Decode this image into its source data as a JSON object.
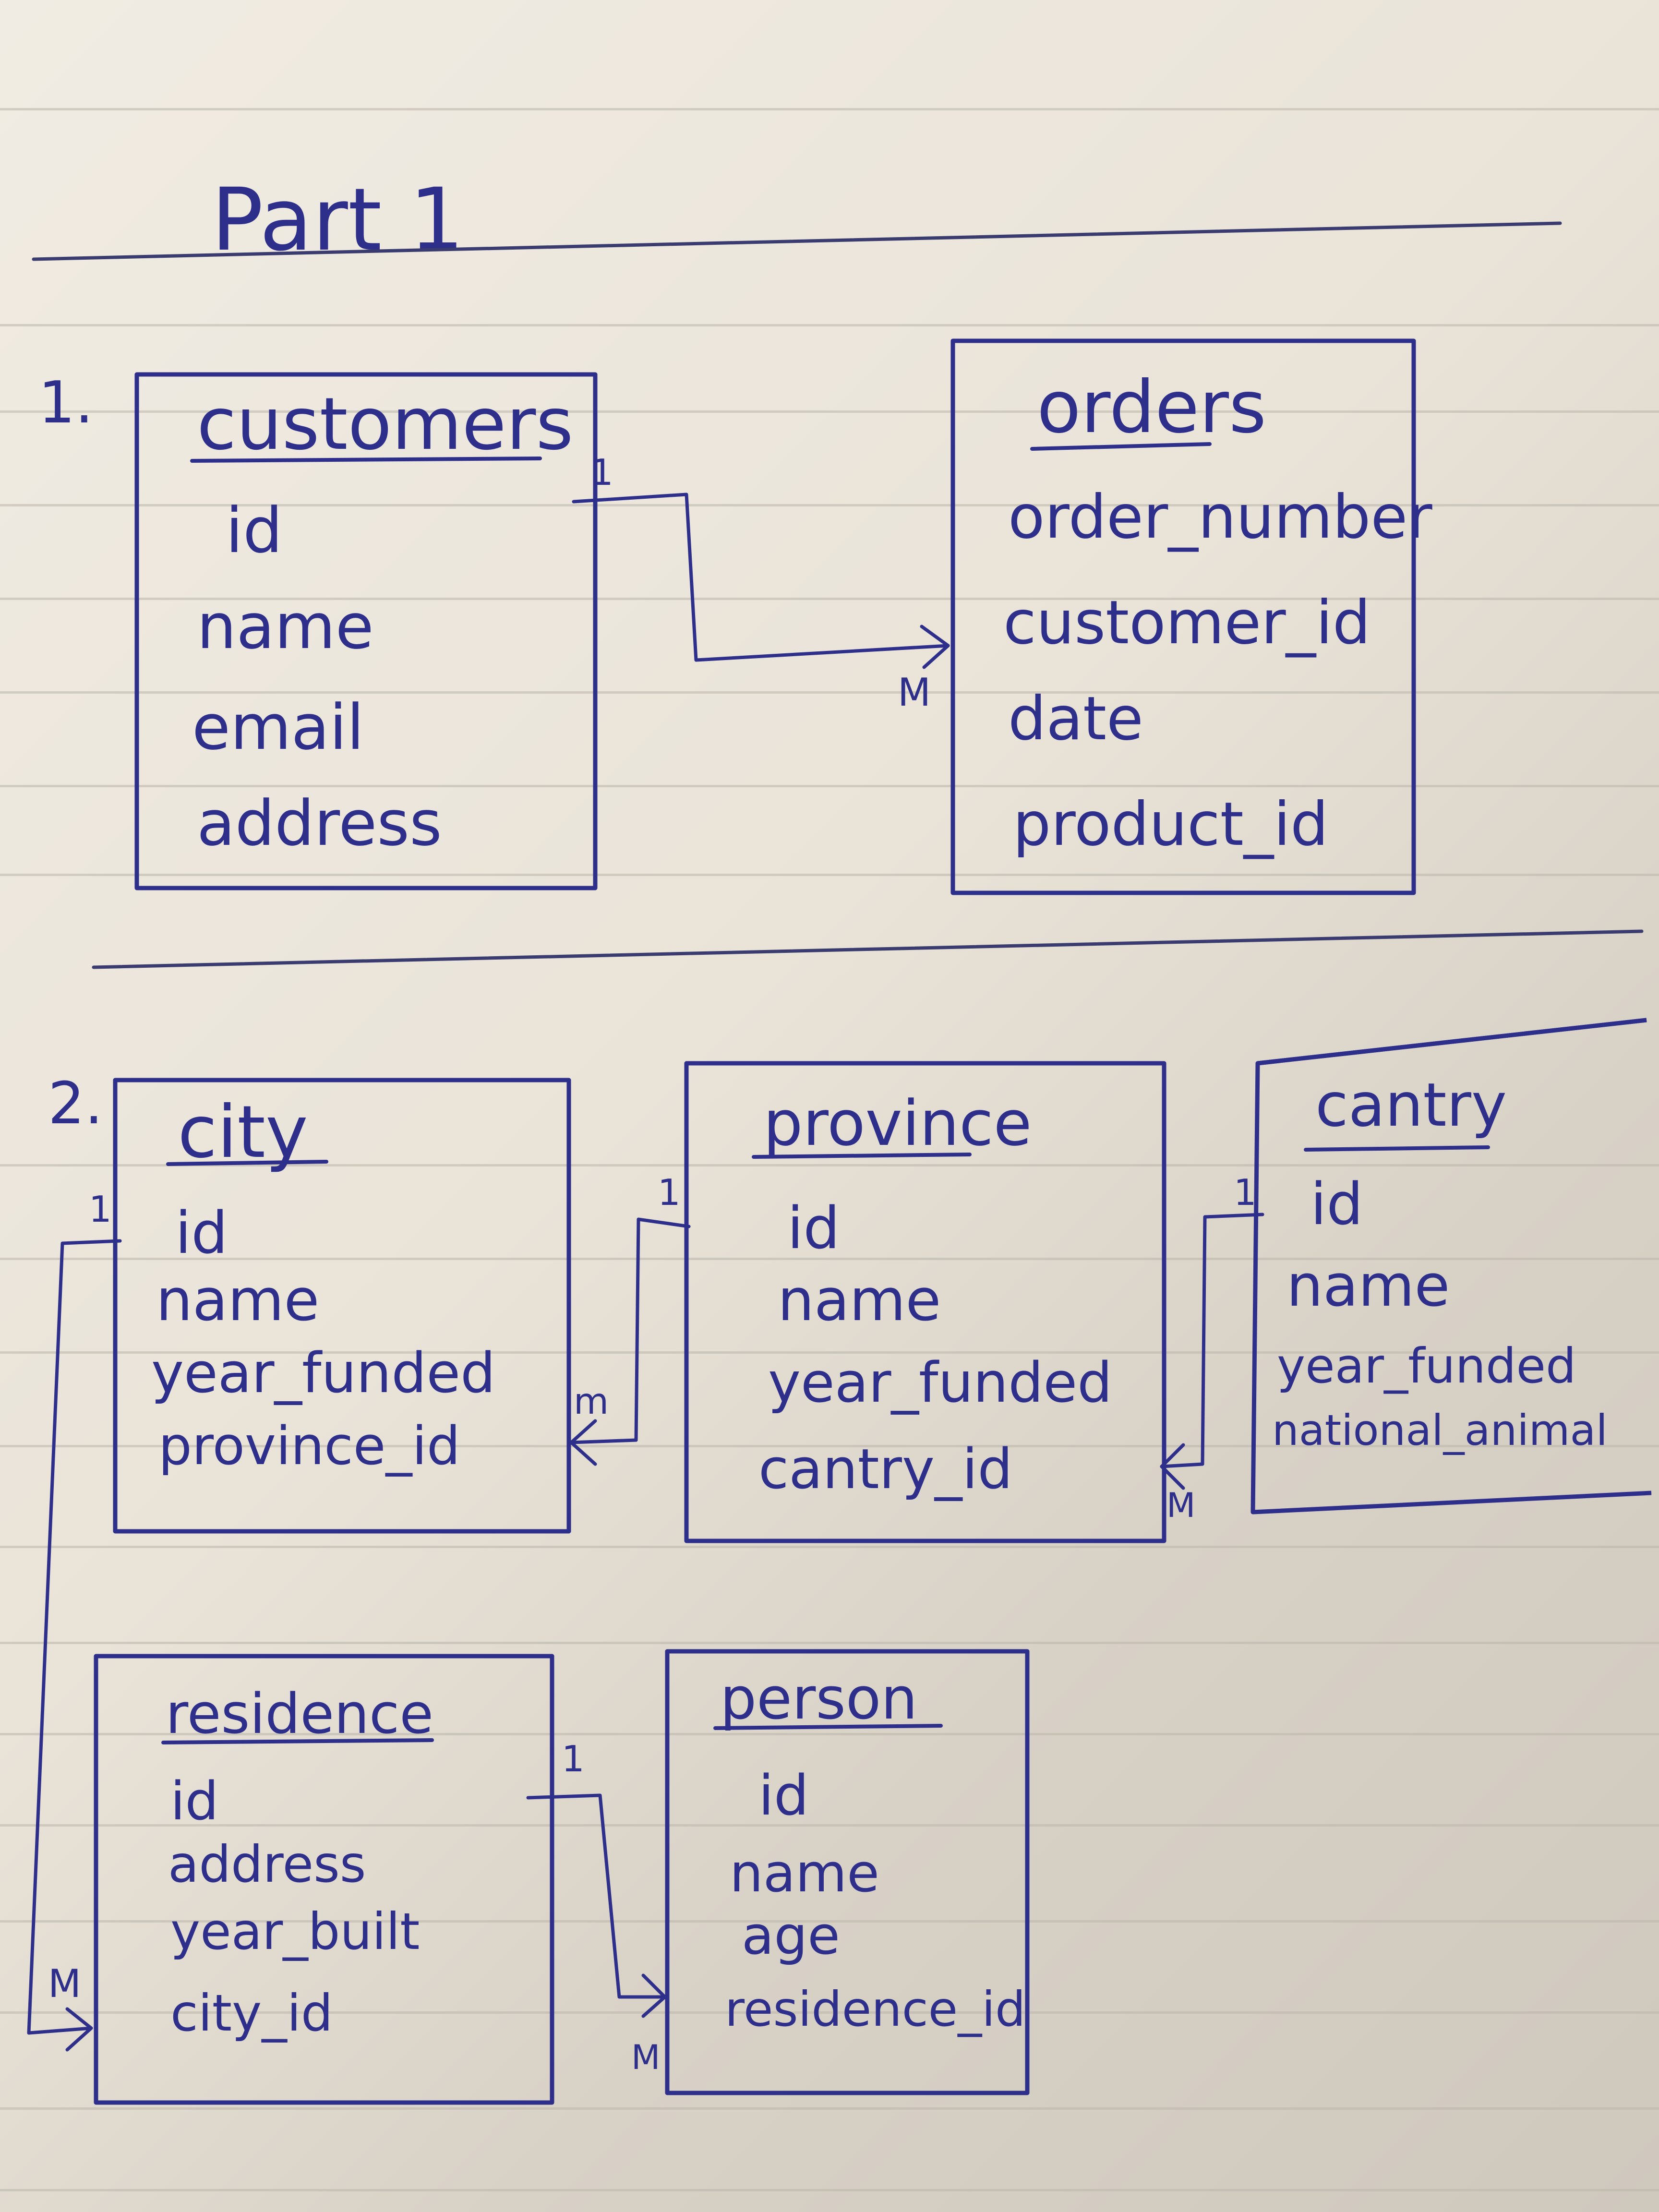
{
  "heading": "Part 1",
  "sections": {
    "one": {
      "label": "1."
    },
    "two": {
      "label": "2."
    }
  },
  "tables": {
    "customers": {
      "name": "customers",
      "fields": [
        "id",
        "name",
        "email",
        "address"
      ]
    },
    "orders": {
      "name": "orders",
      "fields": [
        "order_number",
        "customer_id",
        "date",
        "product_id"
      ]
    },
    "city": {
      "name": "city",
      "fields": [
        "id",
        "name",
        "year_funded",
        "province_id"
      ]
    },
    "province": {
      "name": "province",
      "fields": [
        "id",
        "name",
        "year_funded",
        "cantry_id"
      ]
    },
    "cantry": {
      "name": "cantry",
      "fields": [
        "id",
        "name",
        "year_funded",
        "national_animal"
      ]
    },
    "residence": {
      "name": "residence",
      "fields": [
        "id",
        "address",
        "year_built",
        "city_id"
      ]
    },
    "person": {
      "name": "person",
      "fields": [
        "id",
        "name",
        "age",
        "residence_id"
      ]
    }
  },
  "relations": {
    "customers_orders": {
      "one": "1",
      "many": "M"
    },
    "province_city": {
      "one": "1",
      "many": "m"
    },
    "cantry_province": {
      "one": "1",
      "many": "M"
    },
    "city_residence": {
      "one": "1",
      "many": "M"
    },
    "residence_person": {
      "one": "1",
      "many": "M"
    }
  },
  "colors": {
    "ink": "#2d2f8a",
    "paper": "#ece6db",
    "rule": "#b9b4aa"
  }
}
